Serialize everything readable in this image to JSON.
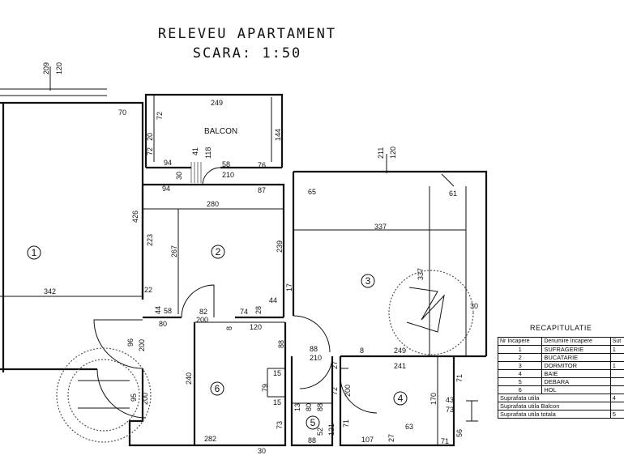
{
  "title": {
    "line1": "RELEVEU APARTAMENT",
    "line2": "SCARA: 1:50"
  },
  "rooms": [
    {
      "num": "1"
    },
    {
      "num": "2"
    },
    {
      "num": "3"
    },
    {
      "num": "4"
    },
    {
      "num": "5"
    },
    {
      "num": "6"
    }
  ],
  "balcon_label": "BALCON",
  "dimensions": {
    "d209": "209",
    "d120a": "120",
    "d211": "211",
    "d120b": "120",
    "d70": "70",
    "d249a": "249",
    "d72a": "72",
    "d144": "144",
    "d20a": "20",
    "d72b": "72",
    "d41": "41",
    "d118": "118",
    "d58a": "58",
    "d94a": "94",
    "d30a": "30",
    "d210a": "210",
    "d76": "76",
    "d94b": "94",
    "d280": "280",
    "d87": "87",
    "d65": "65",
    "d61": "61",
    "d426": "426",
    "d223": "223",
    "d267": "267",
    "d239": "239",
    "d337a": "337",
    "d337b": "337",
    "d342": "342",
    "d22": "22",
    "d44a": "44",
    "d58b": "58",
    "d82": "82",
    "d74": "74",
    "d28": "28",
    "d44b": "44",
    "d17": "17",
    "d200a": "200",
    "d8": "8",
    "d120c": "120",
    "d30b": "30",
    "d80": "80",
    "d96": "96",
    "d200b": "200",
    "d88a": "88",
    "d88b": "88",
    "d210b": "210",
    "d27a": "27",
    "d249b": "249",
    "d8b": "8",
    "d241": "241",
    "d240": "240",
    "d79": "79",
    "d15a": "15",
    "d72c": "72",
    "d200c": "200",
    "d71a": "71",
    "d95": "95",
    "d200d": "200",
    "d170": "170",
    "d43": "43",
    "d73a": "73",
    "d15b": "15",
    "d13": "13",
    "d80b": "80",
    "d88c": "88",
    "d71b": "71",
    "d63": "63",
    "d56": "56",
    "d73b": "73",
    "d52": "52",
    "d121": "121",
    "d282": "282",
    "d30c": "30",
    "d88d": "88",
    "d107": "107",
    "d27b": "27",
    "d71c": "71"
  },
  "recap": {
    "title": "RECAPITULATIE",
    "headers": [
      "Nr Incapere",
      "Denumire Incapere",
      "Sut"
    ],
    "rows": [
      {
        "nr": "1",
        "name": "SUFRAGERIE",
        "val": "1"
      },
      {
        "nr": "2",
        "name": "BUCATARIE",
        "val": ""
      },
      {
        "nr": "3",
        "name": "DORMITOR",
        "val": "1"
      },
      {
        "nr": "4",
        "name": "BAIE",
        "val": ""
      },
      {
        "nr": "5",
        "name": "DEBARA",
        "val": ""
      },
      {
        "nr": "6",
        "name": "HOL",
        "val": ""
      }
    ],
    "summary": [
      {
        "label": "Suprafata utila",
        "val": "4"
      },
      {
        "label": "Suprafata utila Balcon",
        "val": ""
      },
      {
        "label": "Suprafata utila totala",
        "val": "5"
      }
    ]
  }
}
